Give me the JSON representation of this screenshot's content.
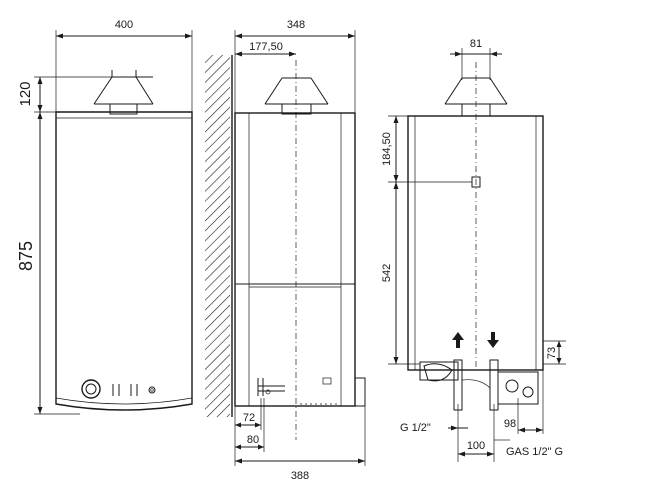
{
  "front_view": {
    "width_label": "400",
    "flue_height_label": "120",
    "body_height_label": "875"
  },
  "side_view": {
    "depth_label": "348",
    "flue_offset_label": "177,50",
    "pipe_offset_a_label": "72",
    "pipe_offset_b_label": "80",
    "total_depth_label": "388"
  },
  "rear_view": {
    "flue_width_label": "81",
    "top_offset_label": "184,50",
    "mid_height_label": "542",
    "bottom_height_label": "73",
    "water_connection_label": "G 1/2\"",
    "pipe_spacing_label": "100",
    "gas_offset_label": "98",
    "gas_connection_label": "GAS 1/2\" G"
  }
}
